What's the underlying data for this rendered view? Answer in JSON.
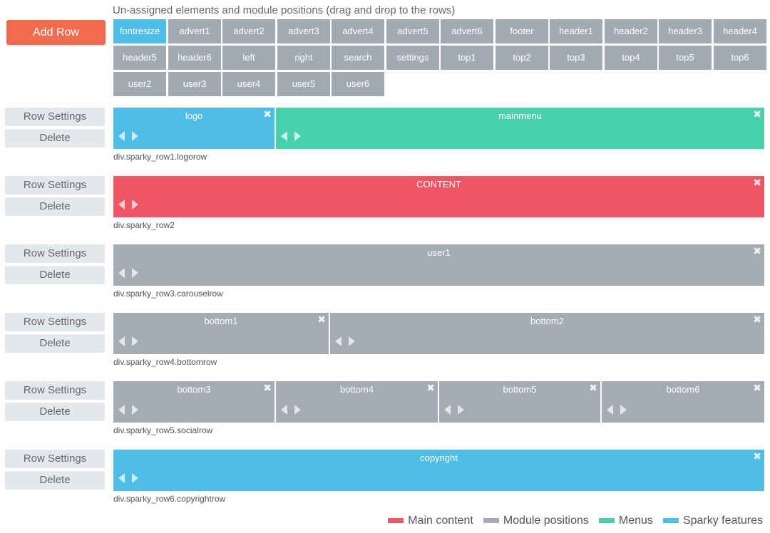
{
  "add_row_label": "Add Row",
  "pool_title": "Un-assigned elements and module positions (drag and drop to the rows)",
  "pool_items": [
    {
      "label": "fontresize",
      "kind": "sparky"
    },
    {
      "label": "advert1",
      "kind": "module"
    },
    {
      "label": "advert2",
      "kind": "module"
    },
    {
      "label": "advert3",
      "kind": "module"
    },
    {
      "label": "advert4",
      "kind": "module"
    },
    {
      "label": "advert5",
      "kind": "module"
    },
    {
      "label": "advert6",
      "kind": "module"
    },
    {
      "label": "footer",
      "kind": "module"
    },
    {
      "label": "header1",
      "kind": "module"
    },
    {
      "label": "header2",
      "kind": "module"
    },
    {
      "label": "header3",
      "kind": "module"
    },
    {
      "label": "header4",
      "kind": "module"
    },
    {
      "label": "header5",
      "kind": "module"
    },
    {
      "label": "header6",
      "kind": "module"
    },
    {
      "label": "left",
      "kind": "module"
    },
    {
      "label": "right",
      "kind": "module"
    },
    {
      "label": "search",
      "kind": "module"
    },
    {
      "label": "settings",
      "kind": "module"
    },
    {
      "label": "top1",
      "kind": "module"
    },
    {
      "label": "top2",
      "kind": "module"
    },
    {
      "label": "top3",
      "kind": "module"
    },
    {
      "label": "top4",
      "kind": "module"
    },
    {
      "label": "top5",
      "kind": "module"
    },
    {
      "label": "top6",
      "kind": "module"
    },
    {
      "label": "user2",
      "kind": "module"
    },
    {
      "label": "user3",
      "kind": "module"
    },
    {
      "label": "user4",
      "kind": "module"
    },
    {
      "label": "user5",
      "kind": "module"
    },
    {
      "label": "user6",
      "kind": "module"
    }
  ],
  "row_settings_label": "Row Settings",
  "delete_label": "Delete",
  "rows": [
    {
      "class_name": "div.sparky_row1.logorow",
      "blocks": [
        {
          "label": "logo",
          "kind": "sparky",
          "span": 3
        },
        {
          "label": "mainmenu",
          "kind": "menus",
          "span": 9
        }
      ]
    },
    {
      "class_name": "div.sparky_row2",
      "blocks": [
        {
          "label": "CONTENT",
          "kind": "main",
          "span": 12
        }
      ]
    },
    {
      "class_name": "div.sparky_row3.carouselrow",
      "blocks": [
        {
          "label": "user1",
          "kind": "module",
          "span": 12
        }
      ]
    },
    {
      "class_name": "div.sparky_row4.bottomrow",
      "blocks": [
        {
          "label": "bottom1",
          "kind": "module",
          "span": 4
        },
        {
          "label": "bottom2",
          "kind": "module",
          "span": 8
        }
      ]
    },
    {
      "class_name": "div.sparky_row5.socialrow",
      "blocks": [
        {
          "label": "bottom3",
          "kind": "module",
          "span": 3
        },
        {
          "label": "bottom4",
          "kind": "module",
          "span": 3
        },
        {
          "label": "bottom5",
          "kind": "module",
          "span": 3
        },
        {
          "label": "bottom6",
          "kind": "module",
          "span": 3
        }
      ]
    },
    {
      "class_name": "div.sparky_row6.copyrightrow",
      "blocks": [
        {
          "label": "copyright",
          "kind": "sparky",
          "span": 12
        }
      ]
    }
  ],
  "legend": [
    {
      "label": "Main content",
      "color": "#ef5664"
    },
    {
      "label": "Module positions",
      "color": "#a3abb5"
    },
    {
      "label": "Menus",
      "color": "#48cfad"
    },
    {
      "label": "Sparky features",
      "color": "#4dbde8"
    }
  ],
  "icons": {
    "close": "close-icon",
    "left": "arrow-left-icon",
    "right": "arrow-right-icon"
  }
}
